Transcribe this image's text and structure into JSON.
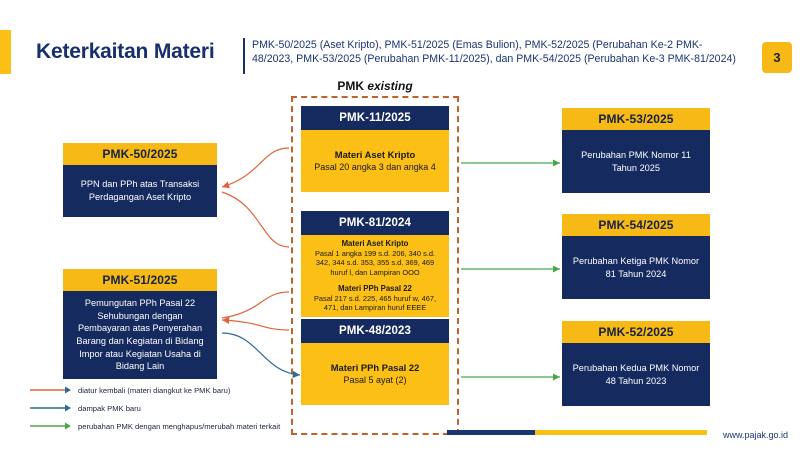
{
  "header": {
    "title": "Keterkaitan Materi",
    "subtitle": "PMK-50/2025 (Aset Kripto), PMK-51/2025 (Emas Bulion), PMK-52/2025 (Perubahan Ke-2 PMK-48/2023, PMK-53/2025 (Perubahan PMK-11/2025), dan PMK-54/2025 (Perubahan Ke-3 PMK-81/2024)",
    "page_number": "3"
  },
  "center_group": {
    "label_prefix": "PMK ",
    "label_italic": "existing"
  },
  "left_boxes": [
    {
      "title": "PMK-50/2025",
      "body": "PPN dan PPh atas Transaksi Perdagangan Aset Kripto"
    },
    {
      "title": "PMK-51/2025",
      "body": "Pemungutan PPh Pasal 22 Sehubungan dengan Pembayaran atas Penyerahan Barang dan Kegiatan di Bidang Impor atau Kegiatan Usaha di Bidang Lain"
    }
  ],
  "center_boxes": [
    {
      "title": "PMK-11/2025",
      "sections": [
        {
          "heading": "Materi Aset Kripto",
          "text": "Pasal 20 angka 3 dan angka 4"
        }
      ]
    },
    {
      "title": "PMK-81/2024",
      "sections": [
        {
          "heading": "Materi Aset Kripto",
          "text": "Pasal 1 angka 199 s.d. 206, 340 s.d. 342, 344 s.d. 353, 355 s.d. 369, 469 huruf l, dan Lampiran OOO"
        },
        {
          "heading": "Materi PPh Pasal 22",
          "text": "Pasal 217 s.d. 225, 465 huruf w, 467, 471, dan Lampiran huruf EEEE"
        }
      ]
    },
    {
      "title": "PMK-48/2023",
      "sections": [
        {
          "heading": "Materi PPh Pasal 22",
          "text": "Pasal 5 ayat (2)"
        }
      ]
    }
  ],
  "right_boxes": [
    {
      "title": "PMK-53/2025",
      "body": "Perubahan PMK Nomor 11 Tahun 2025"
    },
    {
      "title": "PMK-54/2025",
      "body": "Perubahan Ketiga PMK Nomor 81 Tahun 2024"
    },
    {
      "title": "PMK-52/2025",
      "body": "Perubahan Kedua PMK Nomor 48 Tahun 2023"
    }
  ],
  "legend": [
    {
      "color": "#e0653a",
      "text": "diatur kembali (materi diangkut ke PMK baru)"
    },
    {
      "color": "#2d6b96",
      "text": "dampak PMK baru"
    },
    {
      "color": "#4ca64c",
      "text": "perubahan PMK dengan menghapus/merubah materi terkait"
    }
  ],
  "footer": {
    "url": "www.pajak.go.id"
  },
  "colors": {
    "navy": "#152a5e",
    "yellow": "#fbbf15",
    "orange": "#c0622b",
    "green": "#4ca64c",
    "blue": "#2d6b96"
  }
}
